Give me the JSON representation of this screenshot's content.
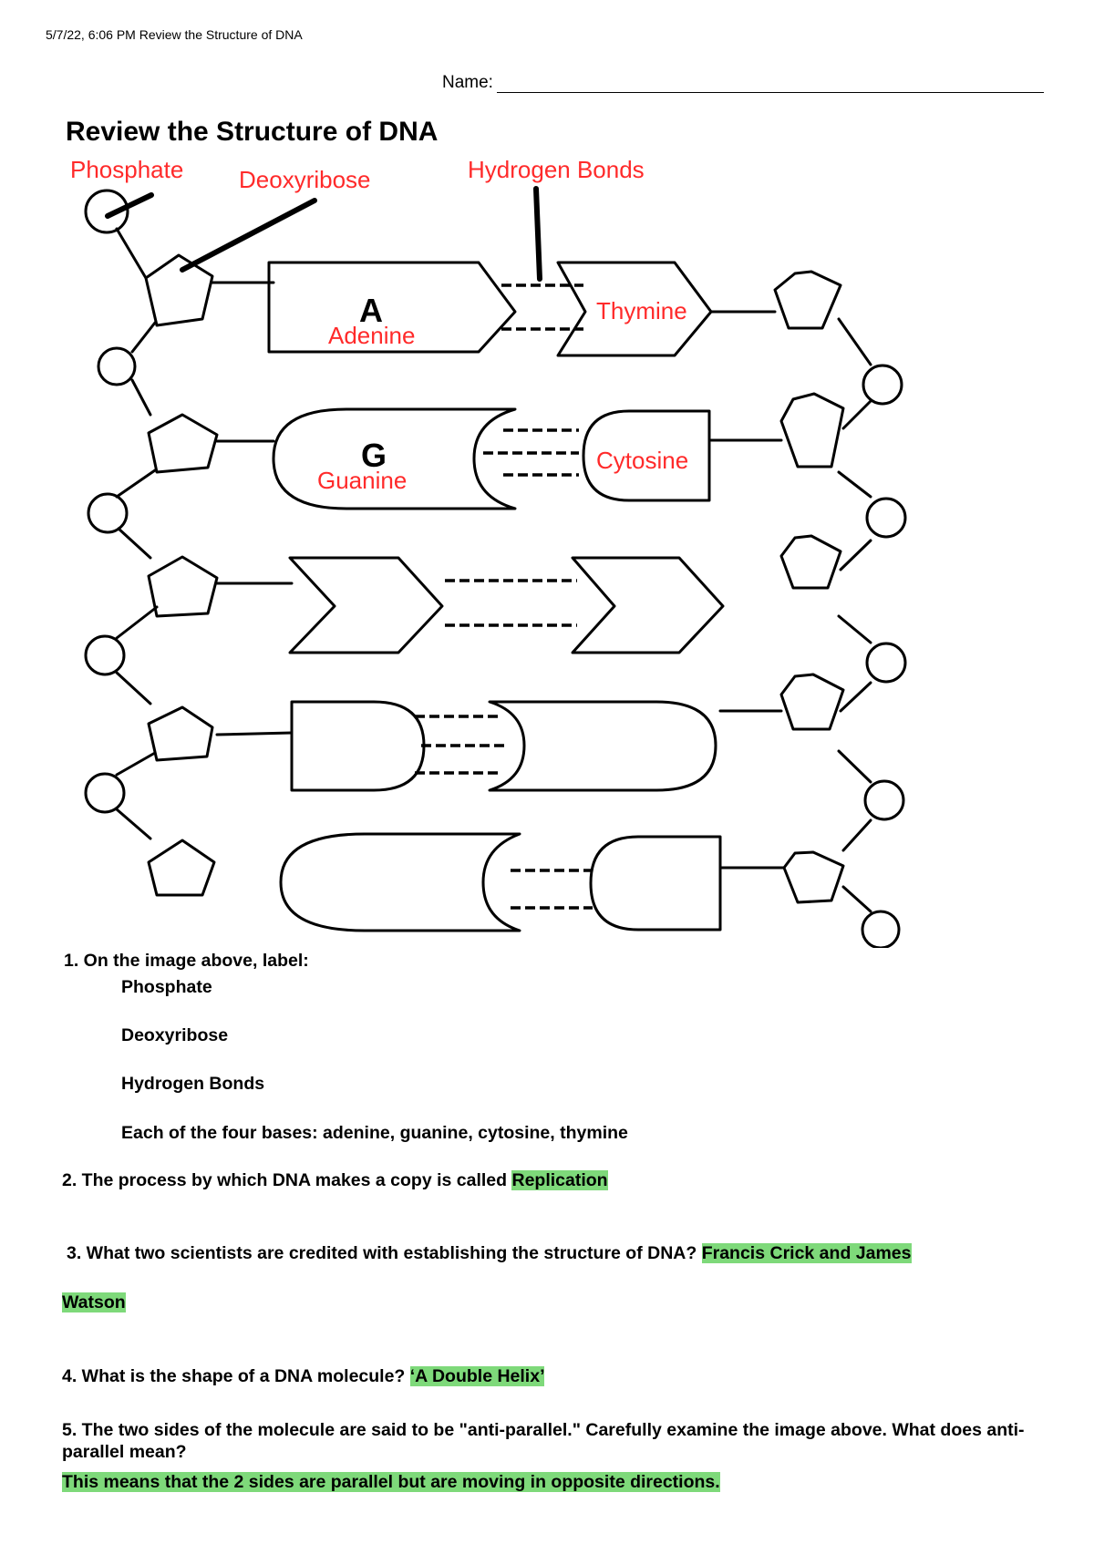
{
  "header": {
    "timestamp": "5/7/22, 6:06 PM",
    "doc_title": "Review the Structure of DNA"
  },
  "name_label": "Name:",
  "title": "Review the Structure of DNA",
  "diagram": {
    "labels": {
      "phosphate": "Phosphate",
      "deoxyribose": "Deoxyribose",
      "hydrogen_bonds": "Hydrogen Bonds",
      "adenine": "Adenine",
      "thymine": "Thymine",
      "guanine": "Guanine",
      "cytosine": "Cytosine"
    },
    "letters": {
      "a": "A",
      "g": "G"
    }
  },
  "questions": {
    "q1": {
      "text": "1. On the image above, label:",
      "items": [
        "Phosphate",
        "Deoxyribose",
        "Hydrogen Bonds",
        "Each of the four bases: adenine, guanine, cytosine, thymine"
      ]
    },
    "q2": {
      "text": "2. The process by which DNA makes a copy is called ",
      "answer": "Replication"
    },
    "q3": {
      "text": "3. What two scientists are credited with establishing the structure of DNA? ",
      "answer_part1": "Francis Crick and James",
      "answer_part2": "Watson"
    },
    "q4": {
      "text": "4. What is the shape of a DNA molecule? ",
      "answer": "‘A Double Helix’"
    },
    "q5": {
      "text": "5. The two sides of the molecule are said to be \"anti-parallel.\" Carefully examine the image above. What does anti-parallel mean?",
      "answer": "This means that the 2 sides are parallel but are moving in opposite directions."
    }
  }
}
